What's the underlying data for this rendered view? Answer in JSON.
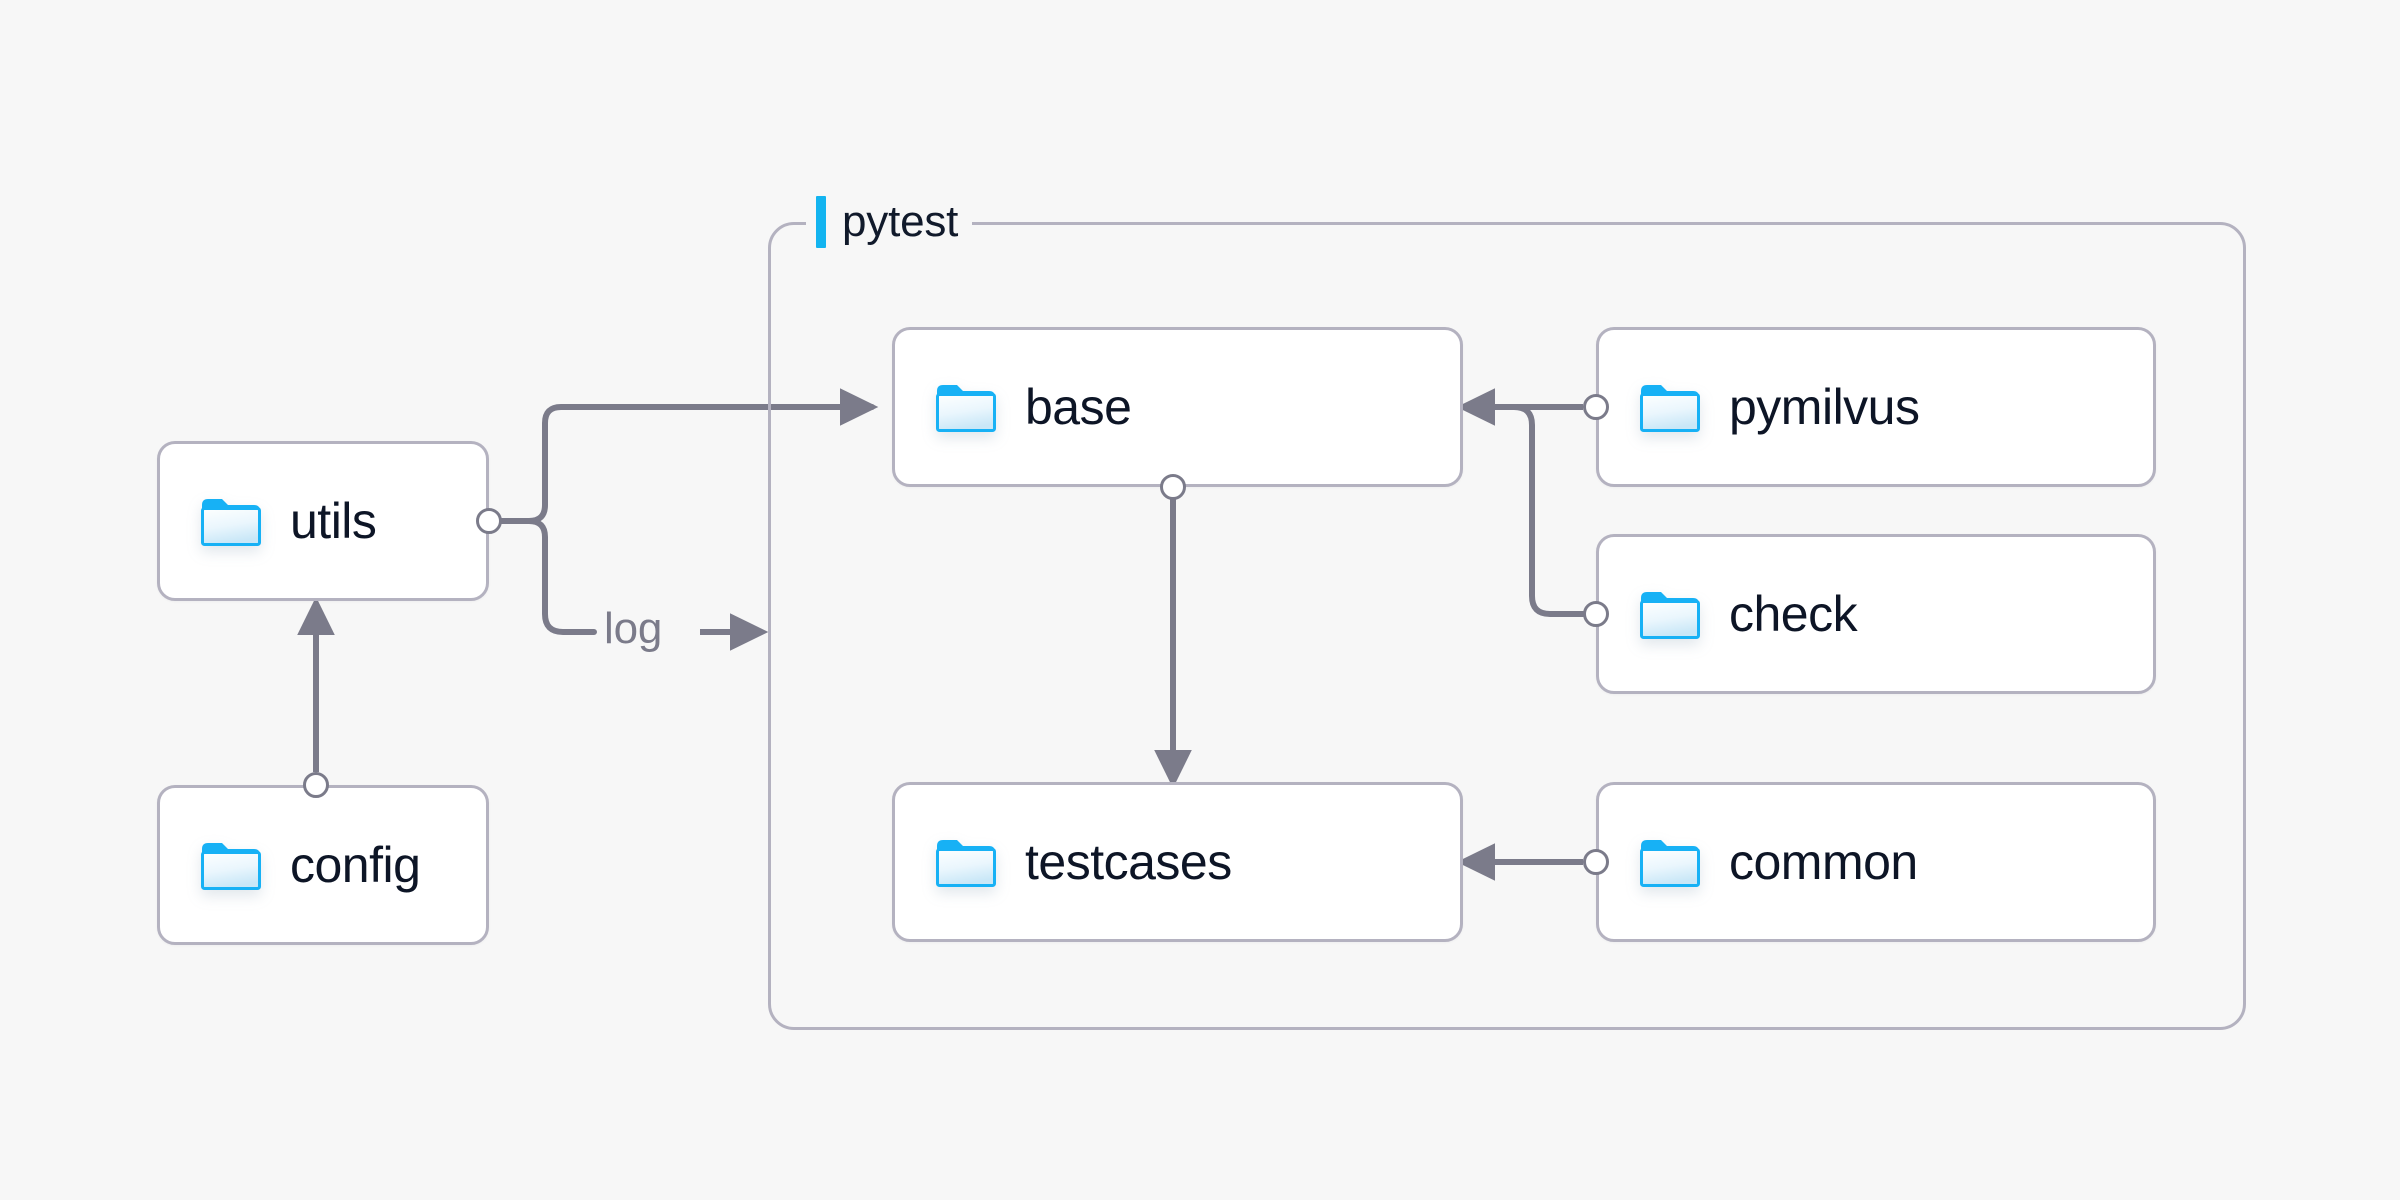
{
  "canvas": {
    "background_color": "#f7f7f7",
    "edge_color": "#7b7b8a",
    "border_color": "#b4b2c0",
    "text_color": "#0d1526",
    "accent_color": "#13b4f0"
  },
  "group": {
    "label": "pytest",
    "accent_color": "#13b4f0"
  },
  "nodes": [
    {
      "id": "utils",
      "label": "utils",
      "icon": "folder-icon"
    },
    {
      "id": "config",
      "label": "config",
      "icon": "folder-icon"
    },
    {
      "id": "base",
      "label": "base",
      "icon": "folder-icon"
    },
    {
      "id": "testcases",
      "label": "testcases",
      "icon": "folder-icon"
    },
    {
      "id": "pymilvus",
      "label": "pymilvus",
      "icon": "folder-icon"
    },
    {
      "id": "check",
      "label": "check",
      "icon": "folder-icon"
    },
    {
      "id": "common",
      "label": "common",
      "icon": "folder-icon"
    }
  ],
  "edges": [
    {
      "id": "utils-base",
      "from": "utils",
      "to": "base",
      "label": ""
    },
    {
      "id": "utils-log",
      "from": "utils",
      "to": "pytest",
      "label": "log"
    },
    {
      "id": "config-utils",
      "from": "config",
      "to": "utils",
      "label": ""
    },
    {
      "id": "base-testcases",
      "from": "base",
      "to": "testcases",
      "label": ""
    },
    {
      "id": "pymilvus-base",
      "from": "pymilvus",
      "to": "base",
      "label": ""
    },
    {
      "id": "check-base",
      "from": "check",
      "to": "base",
      "label": ""
    },
    {
      "id": "common-testcases",
      "from": "common",
      "to": "testcases",
      "label": ""
    }
  ]
}
